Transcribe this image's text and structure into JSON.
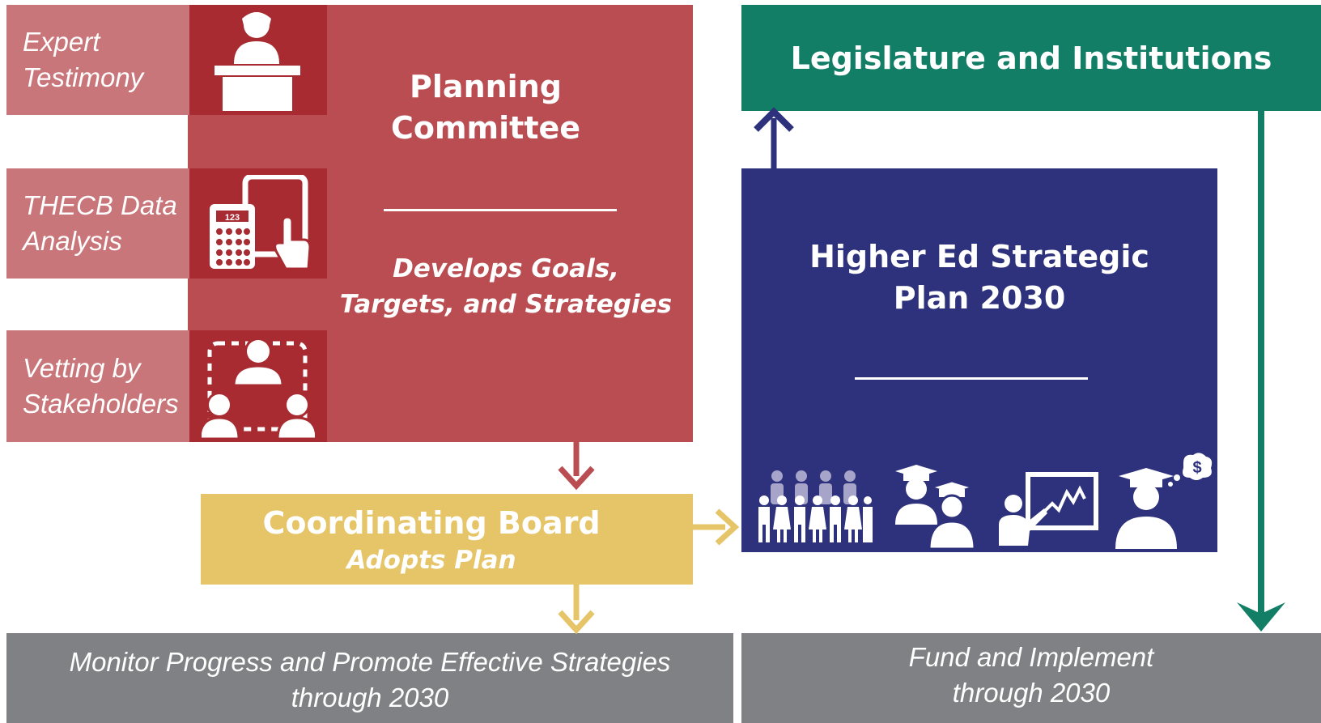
{
  "colors": {
    "red": "#b94d52",
    "red_dark": "#a72b31",
    "red_light": "#c8767a",
    "gold": "#e6c468",
    "navy": "#2e317b",
    "teal": "#117e65",
    "gray": "#808184",
    "pale_lavender": "#a7a4c9"
  },
  "inputs": [
    {
      "line1": "Expert",
      "line2": "Testimony",
      "icon": "speaker-podium-icon"
    },
    {
      "line1": "THECB Data",
      "line2": "Analysis",
      "icon": "calculator-tablet-icon",
      "calc_label": "123"
    },
    {
      "line1": "Vetting by",
      "line2": "Stakeholders",
      "icon": "stakeholder-group-icon"
    }
  ],
  "planning": {
    "title_line1": "Planning",
    "title_line2": "Committee",
    "subtitle_line1": "Develops Goals,",
    "subtitle_line2": "Targets, and Strategies"
  },
  "coordinating": {
    "title": "Coordinating Board",
    "subtitle": "Adopts Plan"
  },
  "plan": {
    "title_line1": "Higher Ed Strategic",
    "title_line2": "Plan 2030",
    "icons": [
      "student-crowd-icon",
      "graduates-icon",
      "presentation-icon",
      "graduate-money-thought-icon"
    ]
  },
  "legislature": {
    "title": "Legislature and Institutions"
  },
  "monitor": {
    "line1": "Monitor Progress and Promote Effective Strategies",
    "line2": "through 2030"
  },
  "fund": {
    "line1": "Fund and Implement",
    "line2": "through 2030"
  }
}
